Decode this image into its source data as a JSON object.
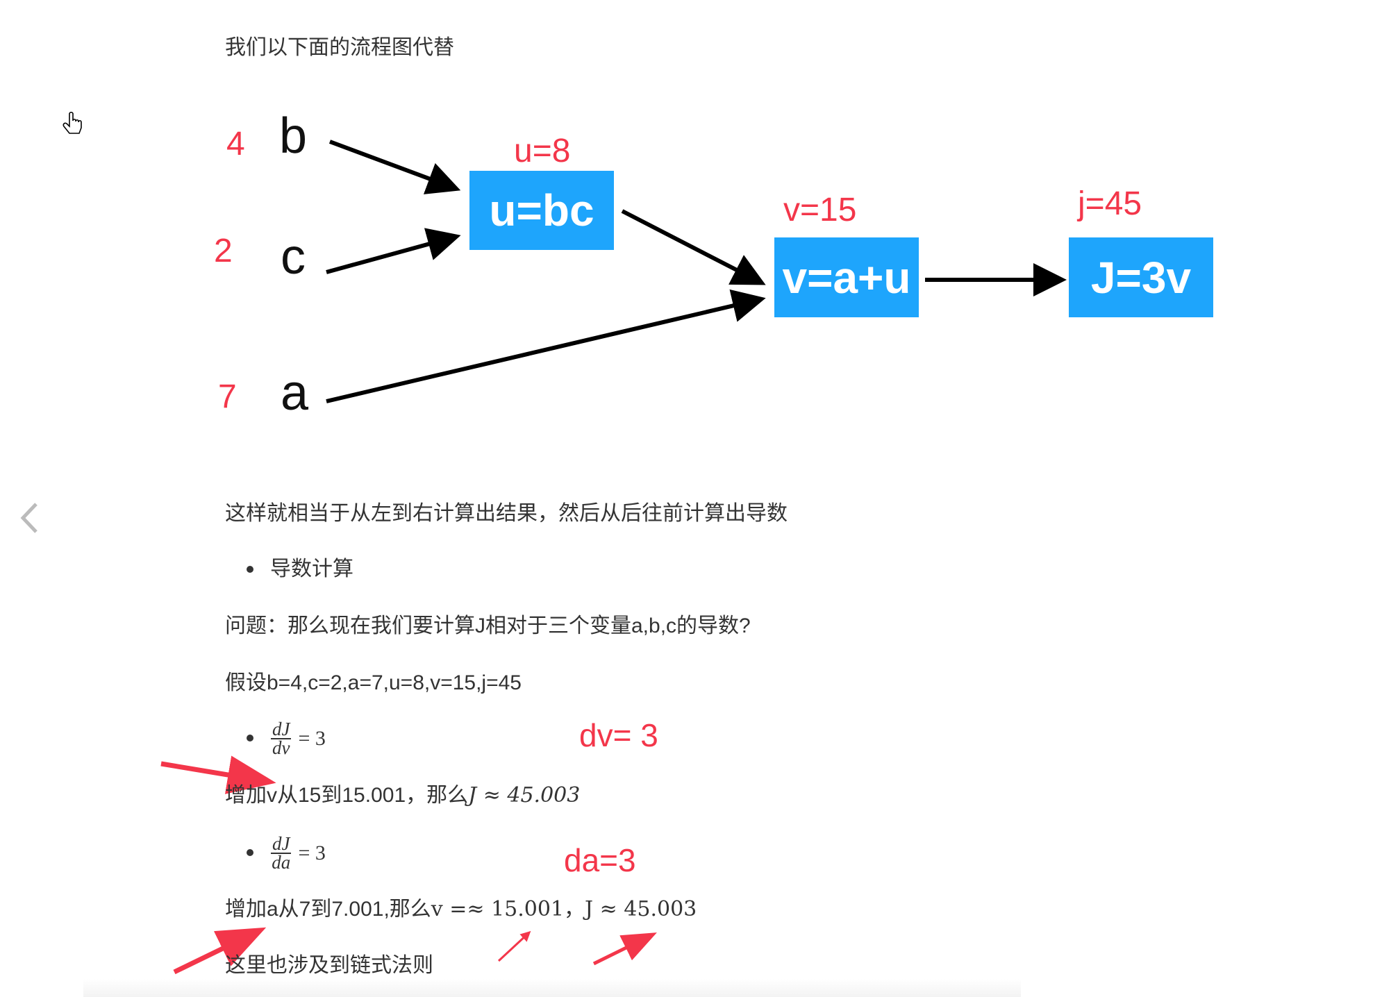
{
  "intro": "我们以下面的流程图代替",
  "diagram": {
    "inputs": [
      {
        "name": "b",
        "value": "4"
      },
      {
        "name": "c",
        "value": "2"
      },
      {
        "name": "a",
        "value": "7"
      }
    ],
    "nodes": [
      {
        "label": "u=bc",
        "value": "u=8"
      },
      {
        "label": "v=a+u",
        "value": "v=15"
      },
      {
        "label": "J=3v",
        "value": "j=45"
      }
    ],
    "box_color": "#1ea5fc",
    "annotation_color": "#f3364a"
  },
  "body": {
    "p1": "这样就相当于从左到右计算出结果，然后从后往前计算出导数",
    "bullet1": "导数计算",
    "p2": "问题：那么现在我们要计算J相对于三个变量a,b,c的导数?",
    "p3": "假设b=4,c=2,a=7,u=8,v=15,j=45",
    "d1": {
      "num": "dJ",
      "den": "dv",
      "rhs": "= 3"
    },
    "d1_note": "dv= 3",
    "p4_text": "增加v从15到15.001，那么",
    "p4_math": "J ≈ 45.003",
    "d2": {
      "num": "dJ",
      "den": "da",
      "rhs": "= 3"
    },
    "d2_note": "da=3",
    "p5_text": "增加a从7到7.001,那么",
    "p5_math": "v =≈ 15.001，J ≈ 45.003",
    "p6": "这里也涉及到链式法则"
  }
}
